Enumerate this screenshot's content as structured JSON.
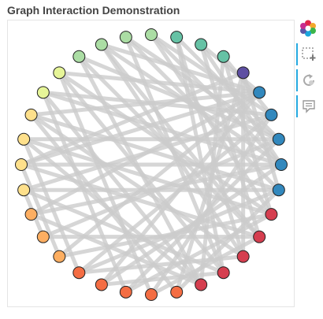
{
  "title": "Graph Interaction Demonstration",
  "toolbar": {
    "items": [
      {
        "name": "bokeh-logo",
        "icon": "bokeh-logo-icon",
        "active": false
      },
      {
        "name": "box-select",
        "icon": "box-select-icon",
        "active": true
      },
      {
        "name": "reset",
        "icon": "reset-icon",
        "active": true
      },
      {
        "name": "hover",
        "icon": "hover-icon",
        "active": true
      }
    ]
  },
  "chart_data": {
    "type": "network",
    "layout": "circular",
    "node_count": 32,
    "node_colors": [
      "#5e4fa2",
      "#3288bd",
      "#3288bd",
      "#3288bd",
      "#3288bd",
      "#3288bd",
      "#d53e4f",
      "#d53e4f",
      "#d53e4f",
      "#d53e4f",
      "#d53e4f",
      "#f46d43",
      "#f46d43",
      "#f46d43",
      "#f46d43",
      "#f46d43",
      "#fdae61",
      "#fdae61",
      "#fdae61",
      "#fee08b",
      "#fee08b",
      "#fee08b",
      "#fee08b",
      "#e6f598",
      "#e6f598",
      "#abdda4",
      "#abdda4",
      "#abdda4",
      "#abdda4",
      "#66c2a5",
      "#66c2a5",
      "#66c2a5"
    ],
    "edge_color": "#cccccc",
    "edges": [
      [
        1,
        20
      ],
      [
        1,
        22
      ],
      [
        1,
        24
      ],
      [
        1,
        26
      ],
      [
        1,
        14
      ],
      [
        1,
        16
      ],
      [
        1,
        18
      ],
      [
        2,
        19
      ],
      [
        2,
        23
      ],
      [
        2,
        28
      ],
      [
        2,
        15
      ],
      [
        2,
        12
      ],
      [
        3,
        21
      ],
      [
        3,
        25
      ],
      [
        3,
        17
      ],
      [
        3,
        13
      ],
      [
        3,
        29
      ],
      [
        4,
        20
      ],
      [
        4,
        23
      ],
      [
        4,
        26
      ],
      [
        4,
        14
      ],
      [
        4,
        18
      ],
      [
        4,
        30
      ],
      [
        5,
        19
      ],
      [
        5,
        22
      ],
      [
        5,
        27
      ],
      [
        5,
        15
      ],
      [
        5,
        11
      ],
      [
        6,
        21
      ],
      [
        6,
        24
      ],
      [
        6,
        16
      ],
      [
        6,
        13
      ],
      [
        6,
        28
      ],
      [
        7,
        20
      ],
      [
        7,
        25
      ],
      [
        7,
        17
      ],
      [
        7,
        12
      ],
      [
        7,
        30
      ],
      [
        8,
        22
      ],
      [
        8,
        26
      ],
      [
        8,
        15
      ],
      [
        8,
        29
      ],
      [
        9,
        19
      ],
      [
        9,
        24
      ],
      [
        9,
        14
      ],
      [
        9,
        27
      ],
      [
        10,
        23
      ],
      [
        10,
        18
      ],
      [
        10,
        31
      ],
      [
        10,
        21
      ],
      [
        0,
        5
      ],
      [
        0,
        8
      ],
      [
        0,
        11
      ],
      [
        0,
        20
      ],
      [
        31,
        2
      ],
      [
        31,
        6
      ],
      [
        30,
        1
      ],
      [
        29,
        9
      ],
      [
        28,
        4
      ],
      [
        27,
        3
      ],
      [
        26,
        7
      ],
      [
        25,
        10
      ],
      [
        24,
        12
      ],
      [
        23,
        13
      ],
      [
        22,
        11
      ],
      [
        21,
        15
      ],
      [
        20,
        16
      ],
      [
        19,
        17
      ]
    ]
  }
}
